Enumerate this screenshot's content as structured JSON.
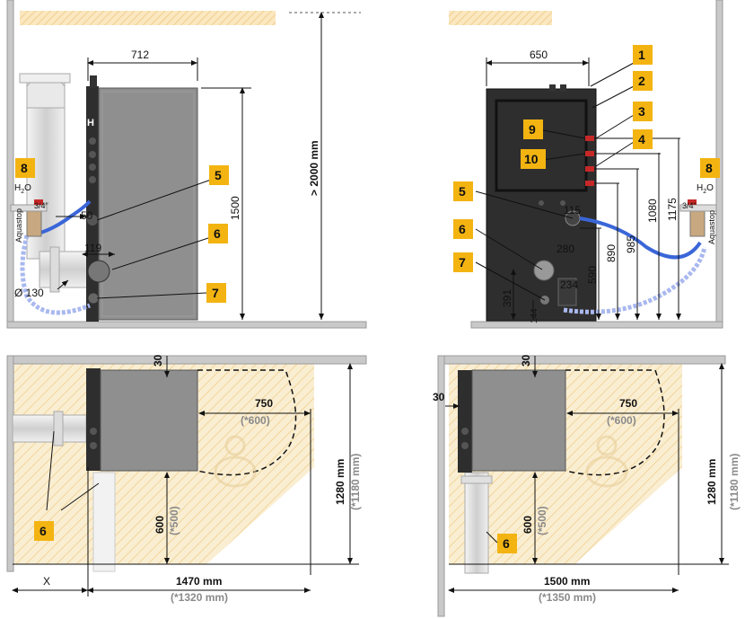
{
  "colors": {
    "wall": "#9a9a9a",
    "boiler_front": "#8f8f8f",
    "boiler_dark": "#2e2e2e",
    "callout": "#f3b412",
    "hatch": "#f6dfb0",
    "hose": "#3a66d8",
    "hose_light": "#a9b8ef",
    "flue": "#d6d6d6"
  },
  "icons": {
    "valve": "aquastop-valve-icon",
    "person": "service-person-icon"
  },
  "side_view": {
    "dim_width": "712",
    "dim_height": "1500",
    "dim_ceiling": "> 2000 mm",
    "dim_50": "50",
    "dim_119": "119",
    "dim_flue": "Ø 130",
    "water_label": "H",
    "water_sub": "2",
    "water_o": "O",
    "thread": "3/4\"",
    "aquastop": "Aquastop",
    "boiler_badge": "H"
  },
  "front_view": {
    "dim_width": "650",
    "dim_115": "115",
    "dim_280": "280",
    "dim_234": "234",
    "dim_391": "391",
    "dim_144": "144",
    "dim_590": "590",
    "dim_890": "890",
    "dim_985": "985",
    "dim_1080": "1080",
    "dim_1175": "1175",
    "water_label": "H",
    "water_sub": "2",
    "water_o": "O",
    "thread": "3/4\"",
    "aquastop": "Aquastop"
  },
  "plan_left": {
    "dim_30": "30",
    "dim_750": "750",
    "dim_600_alt": "(*600)",
    "dim_600": "600",
    "dim_500_alt": "(*500)",
    "dim_1280": "1280 mm",
    "dim_1180_alt": "(*1180 mm)",
    "dim_1470": "1470 mm",
    "dim_1320_alt": "(*1320 mm)",
    "dim_x": "X"
  },
  "plan_right": {
    "dim_30_top": "30",
    "dim_30_side": "30",
    "dim_750": "750",
    "dim_600_alt": "(*600)",
    "dim_600": "600",
    "dim_500_alt": "(*500)",
    "dim_1280": "1280 mm",
    "dim_1180_alt": "(*1180 mm)",
    "dim_1500": "1500 mm",
    "dim_1350_alt": "(*1350 mm)"
  },
  "callouts": {
    "c1": "1",
    "c2": "2",
    "c3": "3",
    "c4": "4",
    "c5": "5",
    "c6": "6",
    "c7": "7",
    "c8": "8",
    "c9": "9",
    "c10": "10"
  }
}
